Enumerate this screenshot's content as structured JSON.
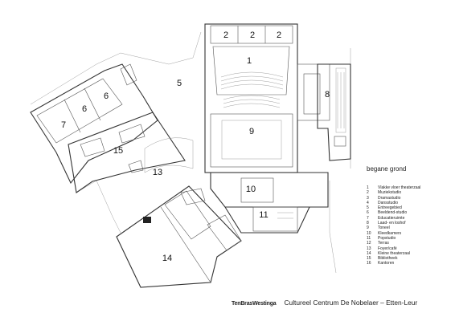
{
  "rooms": [
    {
      "num": "1"
    },
    {
      "num": "2"
    },
    {
      "num": "2"
    },
    {
      "num": "2"
    },
    {
      "num": "5"
    },
    {
      "num": "6"
    },
    {
      "num": "6"
    },
    {
      "num": "7"
    },
    {
      "num": "8"
    },
    {
      "num": "9"
    },
    {
      "num": "10"
    },
    {
      "num": "11"
    },
    {
      "num": "13"
    },
    {
      "num": "14"
    },
    {
      "num": "15"
    }
  ],
  "legend": {
    "title": "begane grond",
    "items": [
      {
        "num": "1",
        "label": "Vlakke vloer theaterzaal"
      },
      {
        "num": "2",
        "label": "Muziekstudio"
      },
      {
        "num": "3",
        "label": "Dramastudio"
      },
      {
        "num": "4",
        "label": "Dansstudio"
      },
      {
        "num": "5",
        "label": "Entreegebied"
      },
      {
        "num": "6",
        "label": "Beeldend-studio"
      },
      {
        "num": "7",
        "label": "Educatieruimte"
      },
      {
        "num": "8",
        "label": "Laad- en loshof"
      },
      {
        "num": "9",
        "label": "Toneel"
      },
      {
        "num": "10",
        "label": "Kleedkamers"
      },
      {
        "num": "11",
        "label": "Popstudio"
      },
      {
        "num": "12",
        "label": "Terras"
      },
      {
        "num": "13",
        "label": "Foyer/café"
      },
      {
        "num": "14",
        "label": "Kleine theaterzaal"
      },
      {
        "num": "15",
        "label": "Bibliotheek"
      },
      {
        "num": "16",
        "label": "Kantoren"
      }
    ]
  },
  "footer": {
    "brand": "TenBrasWestinga",
    "caption": "Cultureel Centrum De Nobelaer – Etten-Leur"
  },
  "colors": {
    "line": "#333333",
    "accent": "#222222"
  }
}
